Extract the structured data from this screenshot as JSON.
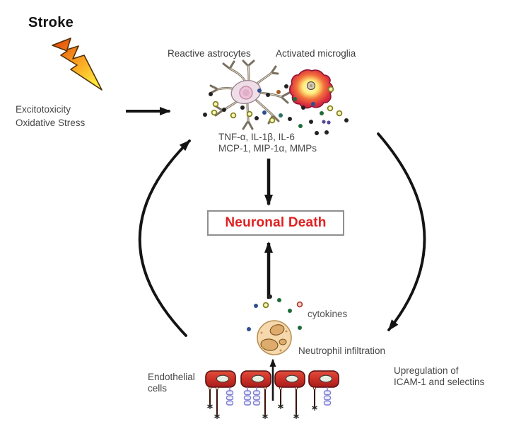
{
  "title": {
    "stroke": "Stroke"
  },
  "labels": {
    "excitotoxicity_line1": "Excitotoxicity",
    "excitotoxicity_line2": "Oxidative Stress",
    "reactive_astrocytes": "Reactive astrocytes",
    "activated_microglia": "Activated microglia",
    "cytokine_line1": "TNF-α, IL-1β, IL-6",
    "cytokine_line2": "MCP-1, MIP-1α, MMPs",
    "neuronal_death": "Neuronal Death",
    "cytokines": "cytokines",
    "neutrophil_infiltration": "Neutrophil infiltration",
    "endothelial_line1": "Endothelial",
    "endothelial_line2": "cells",
    "upregulation_line1": "Upregulation of",
    "upregulation_line2": "ICAM-1 and selectins"
  },
  "colors": {
    "accent_red": "#e02020",
    "arrow_black": "#141414",
    "bolt_orange": "#e64a0a",
    "bolt_mid": "#f7971d",
    "bolt_yellow": "#ffe93c",
    "endothelial_red": "#c62f2f",
    "icam_blue": "#7b7bd2",
    "neutrophil_tan": "#f5d9ac",
    "astrocyte_pink": "#efdde8",
    "microglia_red": "#c41f3c",
    "molecule_palette": {
      "black": "#222222",
      "navy": "#2e4f8f",
      "green": "#1f6b3a",
      "brown": "#a85c20",
      "purple": "#564598",
      "teal": "#2e6e62",
      "olive_ring_fill": "#faf6c0",
      "olive_ring_stroke": "#83831c",
      "red_ring_fill": "#f5d7c0",
      "red_ring_stroke": "#b54038"
    }
  }
}
